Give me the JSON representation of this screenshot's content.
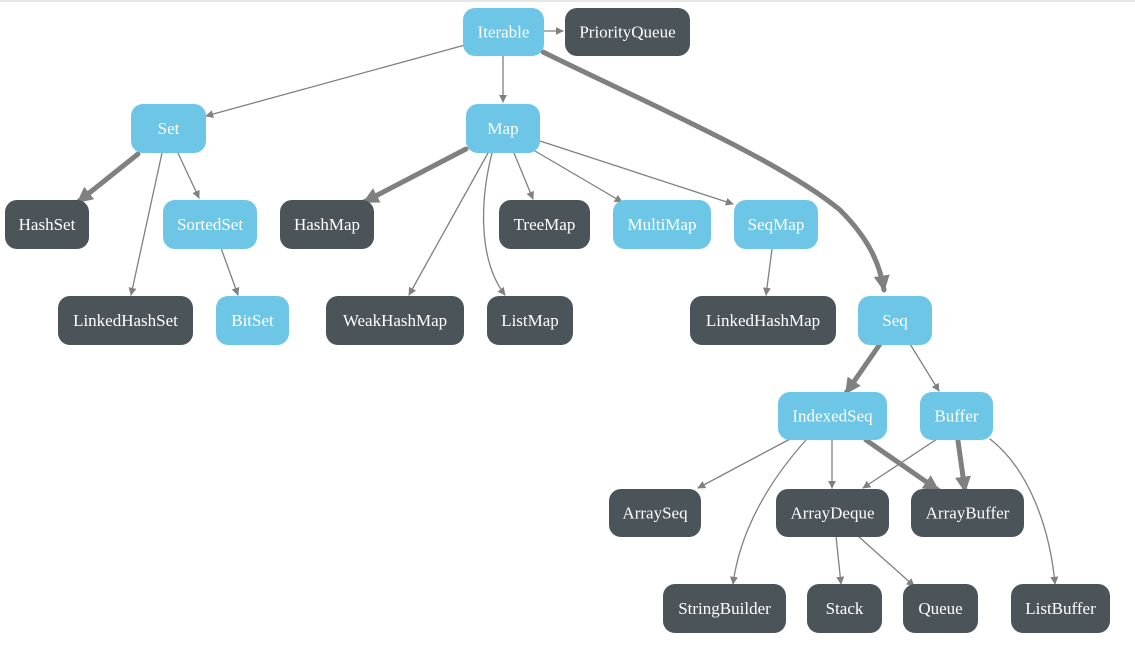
{
  "colors": {
    "interface": "#6ec6e6",
    "concrete": "#4a5459",
    "edge": "#808080",
    "label": "#ffffff"
  },
  "nodes": [
    {
      "id": "iterable",
      "label": "Iterable",
      "kind": "interface"
    },
    {
      "id": "priorityqueue",
      "label": "PriorityQueue",
      "kind": "concrete"
    },
    {
      "id": "set",
      "label": "Set",
      "kind": "interface"
    },
    {
      "id": "map",
      "label": "Map",
      "kind": "interface"
    },
    {
      "id": "hashset",
      "label": "HashSet",
      "kind": "concrete"
    },
    {
      "id": "sortedset",
      "label": "SortedSet",
      "kind": "interface"
    },
    {
      "id": "hashmap",
      "label": "HashMap",
      "kind": "concrete"
    },
    {
      "id": "treemap",
      "label": "TreeMap",
      "kind": "concrete"
    },
    {
      "id": "multimap",
      "label": "MultiMap",
      "kind": "interface"
    },
    {
      "id": "seqmap",
      "label": "SeqMap",
      "kind": "interface"
    },
    {
      "id": "linkedhashset",
      "label": "LinkedHashSet",
      "kind": "concrete"
    },
    {
      "id": "bitset",
      "label": "BitSet",
      "kind": "interface"
    },
    {
      "id": "weakhashmap",
      "label": "WeakHashMap",
      "kind": "concrete"
    },
    {
      "id": "listmap",
      "label": "ListMap",
      "kind": "concrete"
    },
    {
      "id": "linkedhashmap",
      "label": "LinkedHashMap",
      "kind": "concrete"
    },
    {
      "id": "seq",
      "label": "Seq",
      "kind": "interface"
    },
    {
      "id": "indexedseq",
      "label": "IndexedSeq",
      "kind": "interface"
    },
    {
      "id": "buffer",
      "label": "Buffer",
      "kind": "interface"
    },
    {
      "id": "arrayseq",
      "label": "ArraySeq",
      "kind": "concrete"
    },
    {
      "id": "arraydeque",
      "label": "ArrayDeque",
      "kind": "concrete"
    },
    {
      "id": "arraybuffer",
      "label": "ArrayBuffer",
      "kind": "concrete"
    },
    {
      "id": "stringbuilder",
      "label": "StringBuilder",
      "kind": "concrete"
    },
    {
      "id": "stack",
      "label": "Stack",
      "kind": "concrete"
    },
    {
      "id": "queue",
      "label": "Queue",
      "kind": "concrete"
    },
    {
      "id": "listbuffer",
      "label": "ListBuffer",
      "kind": "concrete"
    }
  ],
  "edges": [
    {
      "from": "iterable",
      "to": "priorityqueue",
      "emphasis": "normal"
    },
    {
      "from": "iterable",
      "to": "set",
      "emphasis": "normal"
    },
    {
      "from": "iterable",
      "to": "map",
      "emphasis": "normal"
    },
    {
      "from": "iterable",
      "to": "seq",
      "emphasis": "bold"
    },
    {
      "from": "set",
      "to": "hashset",
      "emphasis": "bold"
    },
    {
      "from": "set",
      "to": "sortedset",
      "emphasis": "normal"
    },
    {
      "from": "set",
      "to": "linkedhashset",
      "emphasis": "normal"
    },
    {
      "from": "sortedset",
      "to": "bitset",
      "emphasis": "normal"
    },
    {
      "from": "map",
      "to": "hashmap",
      "emphasis": "bold"
    },
    {
      "from": "map",
      "to": "weakhashmap",
      "emphasis": "normal"
    },
    {
      "from": "map",
      "to": "listmap",
      "emphasis": "normal"
    },
    {
      "from": "map",
      "to": "treemap",
      "emphasis": "normal"
    },
    {
      "from": "map",
      "to": "multimap",
      "emphasis": "normal"
    },
    {
      "from": "map",
      "to": "seqmap",
      "emphasis": "normal"
    },
    {
      "from": "seqmap",
      "to": "linkedhashmap",
      "emphasis": "normal"
    },
    {
      "from": "seq",
      "to": "indexedseq",
      "emphasis": "bold"
    },
    {
      "from": "seq",
      "to": "buffer",
      "emphasis": "normal"
    },
    {
      "from": "indexedseq",
      "to": "arrayseq",
      "emphasis": "normal"
    },
    {
      "from": "indexedseq",
      "to": "arraydeque",
      "emphasis": "normal"
    },
    {
      "from": "indexedseq",
      "to": "arraybuffer",
      "emphasis": "bold"
    },
    {
      "from": "indexedseq",
      "to": "stringbuilder",
      "emphasis": "normal"
    },
    {
      "from": "buffer",
      "to": "arraydeque",
      "emphasis": "normal"
    },
    {
      "from": "buffer",
      "to": "arraybuffer",
      "emphasis": "bold"
    },
    {
      "from": "buffer",
      "to": "listbuffer",
      "emphasis": "normal"
    },
    {
      "from": "arraydeque",
      "to": "stack",
      "emphasis": "normal"
    },
    {
      "from": "arraydeque",
      "to": "queue",
      "emphasis": "normal"
    }
  ]
}
